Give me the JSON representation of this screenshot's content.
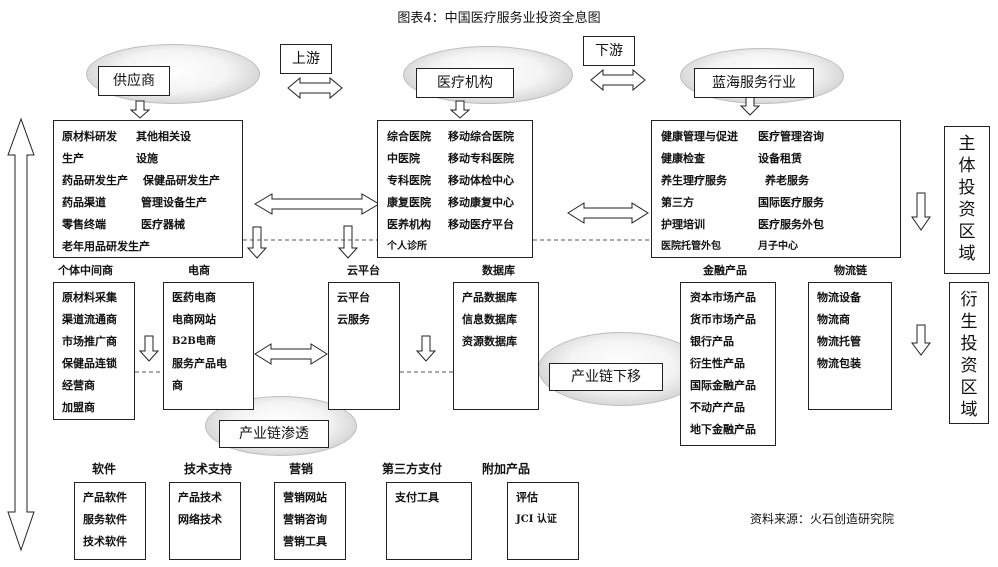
{
  "title": "图表4：中国医疗服务业投资全息图",
  "flow": {
    "upstream": "上游",
    "downstream": "下游"
  },
  "headers": {
    "supplier": "供应商",
    "medical": "医疗机构",
    "blue_ocean": "蓝海服务行业"
  },
  "supplier_items": [
    "原材料研发",
    "其他相关设",
    "生产",
    "设施",
    "药品研发生产",
    "保健品研发生产",
    "药品渠道",
    "管理设备生产",
    "零售终端",
    "医疗器械",
    "老年用品研发生产"
  ],
  "medical_items": [
    "综合医院",
    "移动综合医院",
    "中医院",
    "移动专科医院",
    "专科医院",
    "移动体检中心",
    "康复医院",
    "移动康复中心",
    "医养机构",
    "移动医疗平台",
    "个人诊所"
  ],
  "blue_items": [
    "健康管理与促进",
    "医疗管理咨询",
    "健康检查",
    "设备租赁",
    "养生理疗服务",
    "养老服务",
    "第三方",
    "国际医疗服务",
    "护理培训",
    "医疗服务外包",
    "医院托管外包",
    "月子中心"
  ],
  "subject_zone": "主体投资区域",
  "derived_zone": "衍生投资区域",
  "mid_labels": {
    "intermediary": "个体中间商",
    "ecommerce": "电商",
    "cloud": "云平台",
    "database": "数据库",
    "finance": "金融产品",
    "logistics": "物流链"
  },
  "intermediary_items": [
    "原材料采集",
    "渠道流通商",
    "市场推广商",
    "保健品连锁",
    "经营商",
    "加盟商"
  ],
  "ecommerce_items": [
    "医药电商",
    "电商网站",
    "B2B电商",
    "服务产品电",
    "商"
  ],
  "cloud_items": [
    "云平台",
    "云服务"
  ],
  "database_items": [
    "产品数据库",
    "信息数据库",
    "资源数据库"
  ],
  "finance_items": [
    "资本市场产品",
    "货币市场产品",
    "银行产品",
    "衍生性产品",
    "国际金融产品",
    "不动产产品",
    "地下金融产品"
  ],
  "logistics_items": [
    "物流设备",
    "物流商",
    "物流托管",
    "物流包装"
  ],
  "industry_shift": "产业链下移",
  "industry_penetration": "产业链渗透",
  "bottom_groups": [
    {
      "label": "软件",
      "items": [
        "产品软件",
        "服务软件",
        "技术软件"
      ]
    },
    {
      "label": "技术支持",
      "items": [
        "产品技术",
        "网络技术"
      ]
    },
    {
      "label": "营销",
      "items": [
        "营销网站",
        "营销咨询",
        "营销工具"
      ]
    },
    {
      "label": "第三方支付",
      "items": [
        "支付工具"
      ]
    },
    {
      "label": "附加产品",
      "items": [
        "评估",
        "JCI 认证"
      ]
    }
  ],
  "source": "资料来源：火石创造研究院"
}
